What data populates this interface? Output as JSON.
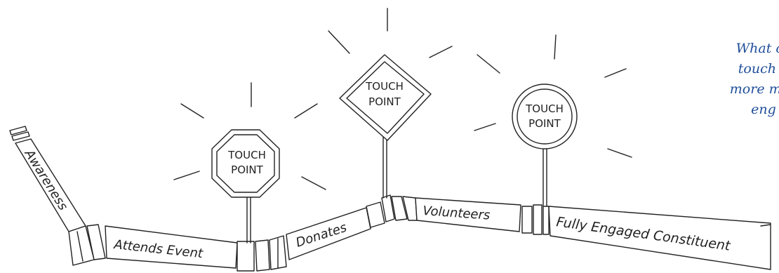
{
  "question_lines": [
    "What ca",
    "touch p",
    "more mea",
    "eng"
  ],
  "path_stages": [
    "Awareness",
    "Attends Event",
    "Donates",
    "Volunteers",
    "Fully Engaged Constituent"
  ],
  "signs": [
    {
      "shape": "octagon",
      "line1": "TOUCH",
      "line2": "POINT"
    },
    {
      "shape": "diamond",
      "line1": "TOUCH",
      "line2": "POINT"
    },
    {
      "shape": "circle",
      "line1": "TOUCH",
      "line2": "POINT"
    }
  ],
  "colors": {
    "ink": "#222222",
    "question_text": "#1f4e9a",
    "background": "#ffffff"
  }
}
